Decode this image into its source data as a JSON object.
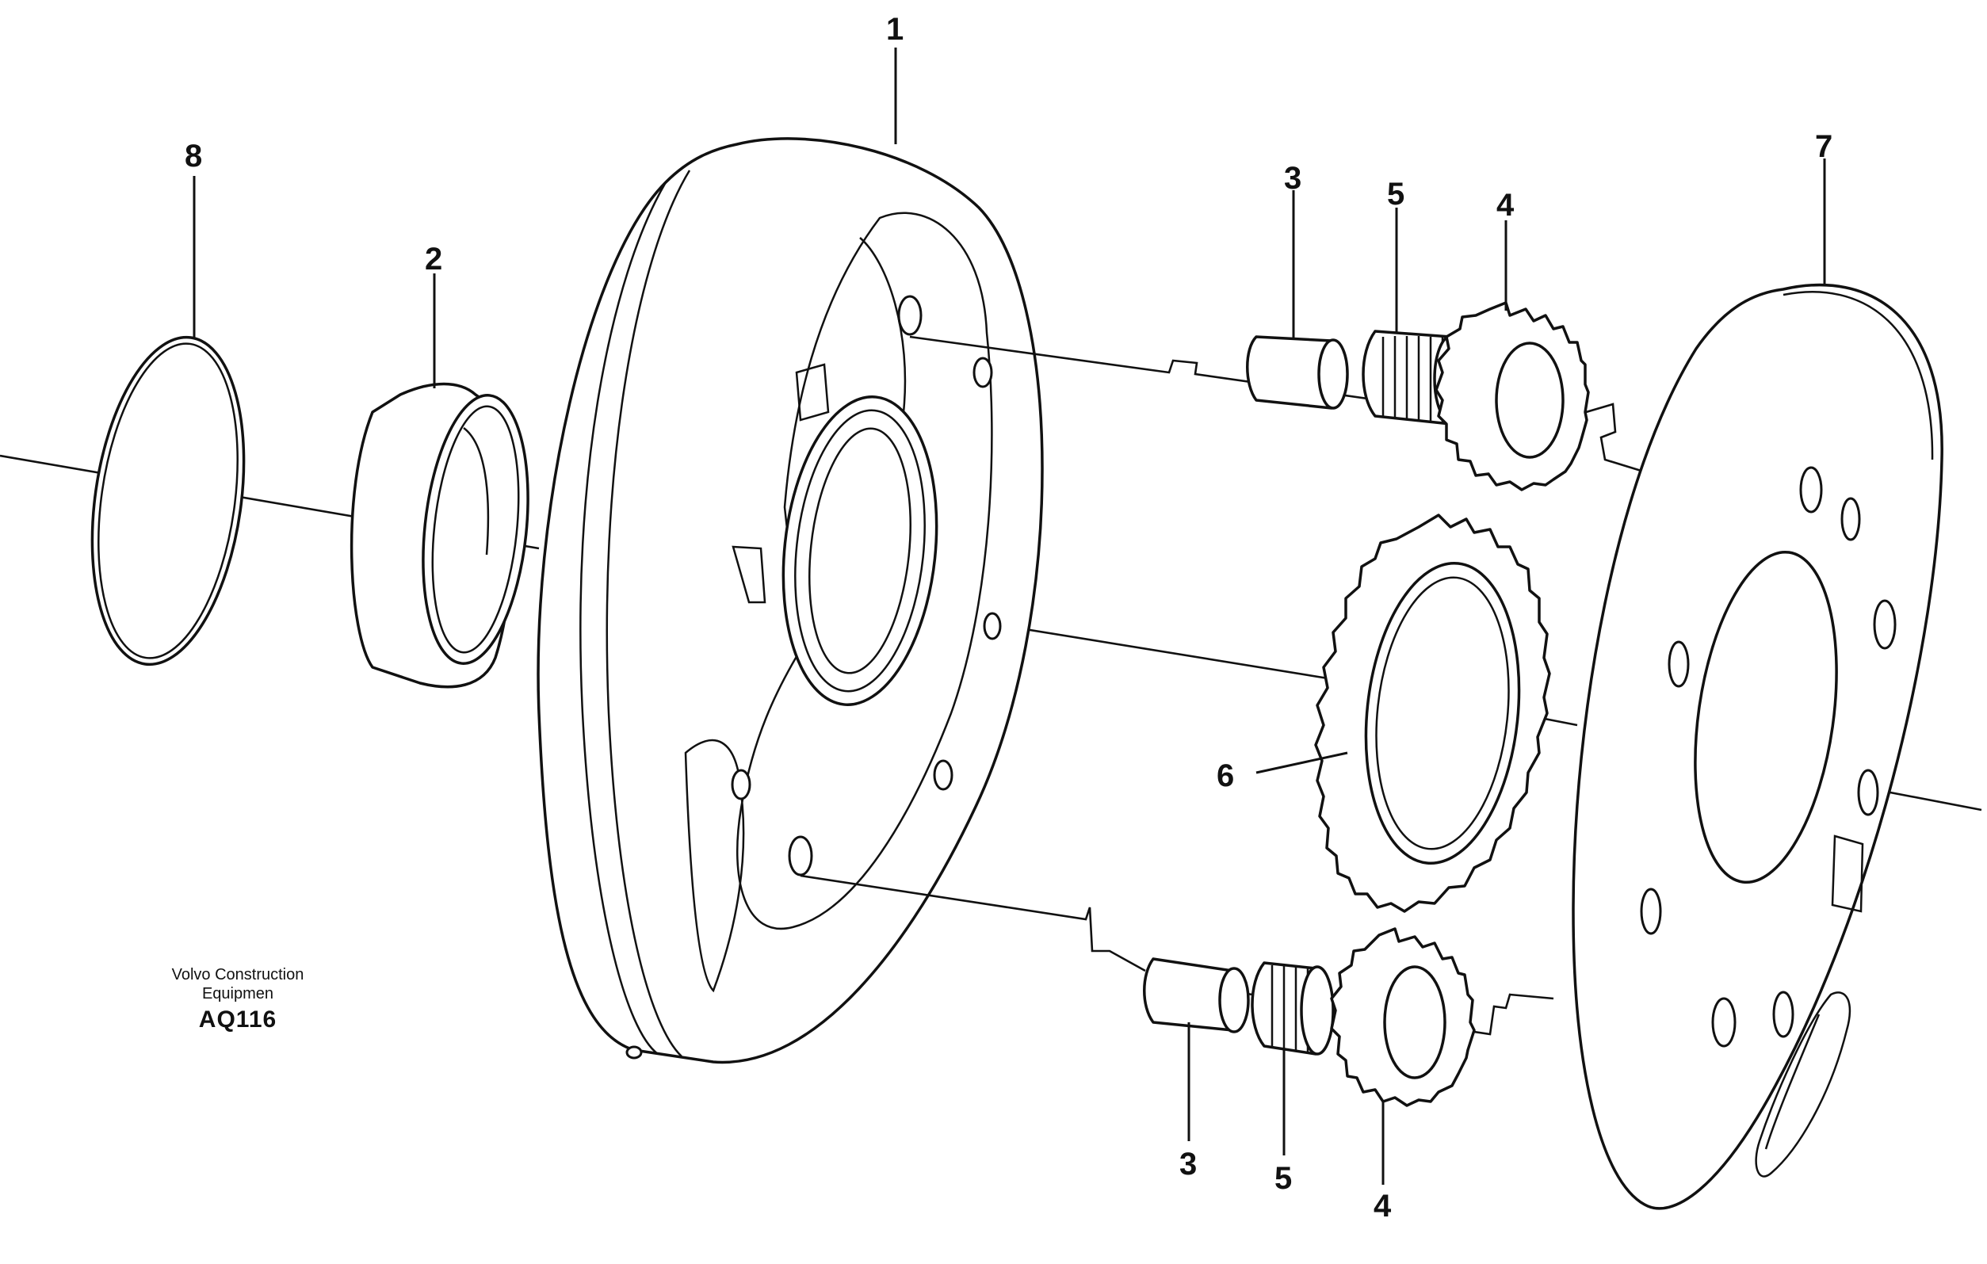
{
  "diagram": {
    "callouts": {
      "c1": "1",
      "c2": "2",
      "c3_top": "3",
      "c3_bottom": "3",
      "c4_top": "4",
      "c4_bottom": "4",
      "c5_top": "5",
      "c5_bottom": "5",
      "c6": "6",
      "c7": "7",
      "c8": "8"
    },
    "watermark": {
      "line1": "Volvo Construction",
      "line2": "Equipmen",
      "code": "AQ116"
    },
    "colors": {
      "ink": "#111111",
      "paper": "#ffffff"
    }
  }
}
